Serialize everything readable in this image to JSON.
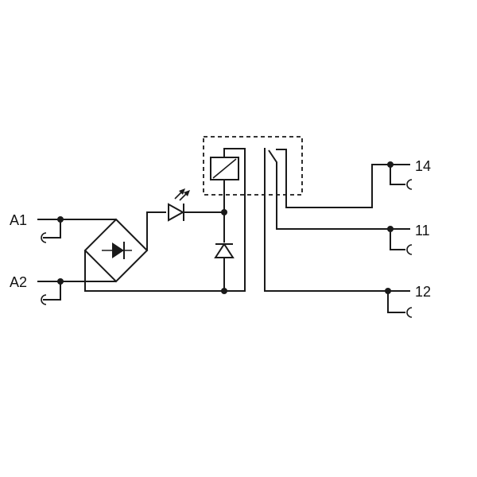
{
  "terminals": {
    "a1": "A1",
    "a2": "A2",
    "t14": "14",
    "t11": "11",
    "t12": "12"
  },
  "colors": {
    "line": "#1a1a1a",
    "background": "#ffffff"
  },
  "icons": [
    "bridge-rectifier-icon",
    "led-icon",
    "diode-icon",
    "relay-coil-icon",
    "relay-contact-icon",
    "terminal-clamp-icon"
  ]
}
